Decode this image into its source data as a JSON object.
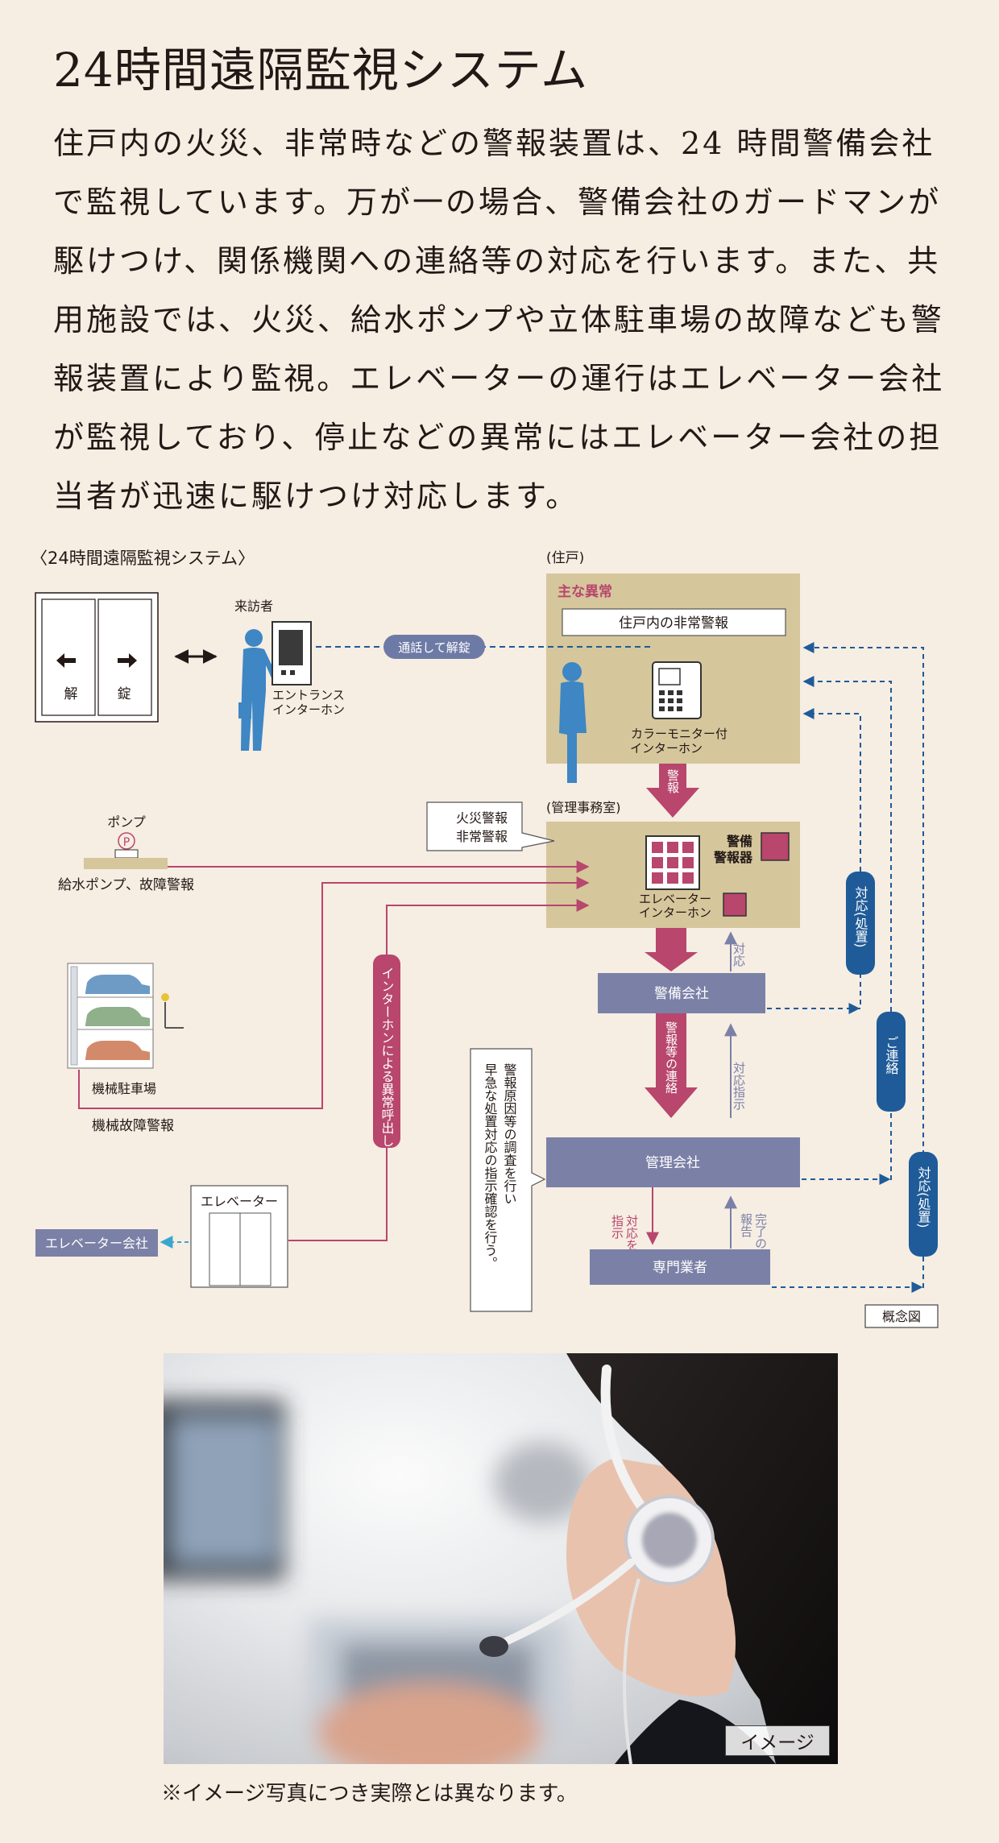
{
  "title": "24時間遠隔監視システム",
  "body": "住戸内の火災、非常時などの警報装置は、24 時間警備会社で監視しています。万が一の場合、警備会社のガードマンが駆けつけ、関係機関への連絡等の対応を行います。また、共用施設では、火災、給水ポンプや立体駐車場の故障なども警報装置により監視。エレベーターの運行はエレベーター会社が監視しており、停止などの異常にはエレベーター会社の担当者が迅速に駆けつけ対応します。",
  "diagram": {
    "heading": "〈24時間遠隔監視システム〉",
    "unit_label": "(住戸)",
    "main_alert": "主な異常",
    "unit_alarm": "住戸内の非常警報",
    "color_intercom": [
      "カラーモニター付",
      "インターホン"
    ],
    "visitor": "来訪者",
    "entrance_intercom": [
      "エントランス",
      "インターホン"
    ],
    "door_unlock": "解",
    "door_lock": "錠",
    "unlock_call": "通話して解錠",
    "alarm_arrow": "警報",
    "office_label": "(管理事務室)",
    "fire_alarm": [
      "火災警報",
      "非常警報"
    ],
    "guard_alarm": [
      "警備",
      "警報器"
    ],
    "elevator_intercom": [
      "エレベーター",
      "インターホン"
    ],
    "pump": "ポンプ",
    "pump_symbol": "P",
    "pump_alarm": "給水ポンプ、故障警報",
    "parking": "機械駐車場",
    "parking_alarm": "機械故障警報",
    "intercom_call": "インターホンによる異常呼出し",
    "elevator": "エレベーター",
    "elevator_company": "エレベーター会社",
    "security_company": "警備会社",
    "response": "対応",
    "response_instruction": "対応指示",
    "alarm_contact": "警報等の連絡",
    "investigate_note": [
      "警報原因等の調査を行い",
      "早急な処置対応の指示確認を行う。"
    ],
    "management_company": "管理会社",
    "instruct_response": [
      "対応を",
      "指示"
    ],
    "completion_report": [
      "完了の",
      "報告"
    ],
    "contractor": "専門業者",
    "response_action": "対応(処置)",
    "contact": "ご連絡",
    "concept_label": "概念図"
  },
  "photo": {
    "label": "イメージ"
  },
  "caption": "※イメージ写真につき実際とは異なります。",
  "colors": {
    "background": "#f6ede3",
    "tan": "#d5c69c",
    "slate": "#7b80a6",
    "navy": "#1f5b98",
    "magenta": "#b8466d",
    "person": "#3e86c4"
  }
}
